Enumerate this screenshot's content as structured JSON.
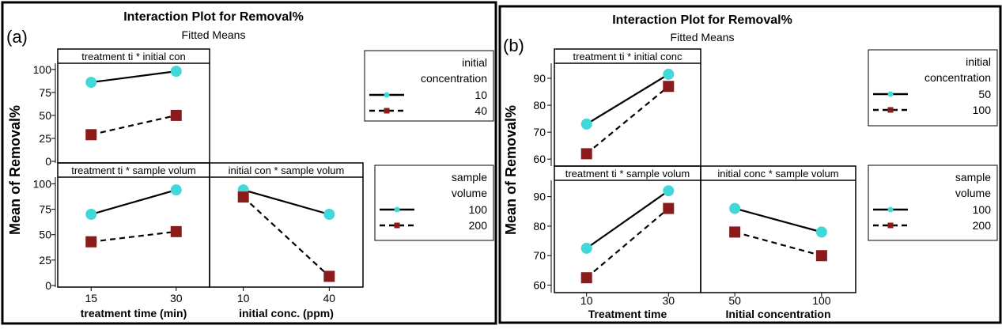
{
  "colors": {
    "series1": "#40d8d8",
    "series2": "#8b1a1a",
    "line": "#000000",
    "frame": "#000000"
  },
  "chart_data": [
    {
      "type": "line",
      "panel_label": "(a)",
      "title": "Interaction Plot for Removal%",
      "subtitle": "Fitted Means",
      "ylabel": "Mean of Removal%",
      "factors": [
        {
          "xlabel": "treatment time (min)",
          "levels": [
            "15",
            "30"
          ]
        },
        {
          "xlabel": "initial conc. (ppm)",
          "levels": [
            "10",
            "40"
          ]
        }
      ],
      "ylim": [
        0,
        105
      ],
      "yticks": [
        0,
        25,
        50,
        75,
        100
      ],
      "cells": [
        {
          "row": 0,
          "col": 0,
          "strip": "treatment ti * initial con",
          "series": [
            {
              "name": "10",
              "values": [
                86,
                98
              ]
            },
            {
              "name": "40",
              "values": [
                29,
                50
              ]
            }
          ]
        },
        {
          "row": 1,
          "col": 0,
          "strip": "treatment ti * sample volum",
          "series": [
            {
              "name": "100",
              "values": [
                70,
                94
              ]
            },
            {
              "name": "200",
              "values": [
                43,
                53
              ]
            }
          ]
        },
        {
          "row": 1,
          "col": 1,
          "strip": "initial con * sample volum",
          "series": [
            {
              "name": "100",
              "values": [
                94,
                70
              ]
            },
            {
              "name": "200",
              "values": [
                87,
                9
              ]
            }
          ]
        }
      ],
      "legends": [
        {
          "title_lines": [
            "initial",
            "concentration"
          ],
          "entries": [
            "10",
            "40"
          ]
        },
        {
          "title_lines": [
            "sample",
            "volume"
          ],
          "entries": [
            "100",
            "200"
          ]
        }
      ]
    },
    {
      "type": "line",
      "panel_label": "(b)",
      "title": "Interaction Plot for Removal%",
      "subtitle": "Fitted Means",
      "ylabel": "Mean of Removal%",
      "factors": [
        {
          "xlabel": "Treatment time",
          "levels": [
            "10",
            "30"
          ]
        },
        {
          "xlabel": "Initial concentration",
          "levels": [
            "50",
            "100"
          ]
        }
      ],
      "ylim": [
        58,
        95
      ],
      "yticks": [
        60,
        70,
        80,
        90
      ],
      "cells": [
        {
          "row": 0,
          "col": 0,
          "strip": "treatment ti * initial conc",
          "series": [
            {
              "name": "50",
              "values": [
                73,
                91.5
              ]
            },
            {
              "name": "100",
              "values": [
                62,
                87
              ]
            }
          ]
        },
        {
          "row": 1,
          "col": 0,
          "strip": "treatment ti * sample volum",
          "series": [
            {
              "name": "100",
              "values": [
                72.5,
                92
              ]
            },
            {
              "name": "200",
              "values": [
                62.5,
                86
              ]
            }
          ]
        },
        {
          "row": 1,
          "col": 1,
          "strip": "initial conc * sample volum",
          "series": [
            {
              "name": "100",
              "values": [
                86,
                78
              ]
            },
            {
              "name": "200",
              "values": [
                78,
                70
              ]
            }
          ]
        }
      ],
      "legends": [
        {
          "title_lines": [
            "initial",
            "concentration"
          ],
          "entries": [
            "50",
            "100"
          ]
        },
        {
          "title_lines": [
            "sample",
            "volume"
          ],
          "entries": [
            "100",
            "200"
          ]
        }
      ]
    }
  ]
}
